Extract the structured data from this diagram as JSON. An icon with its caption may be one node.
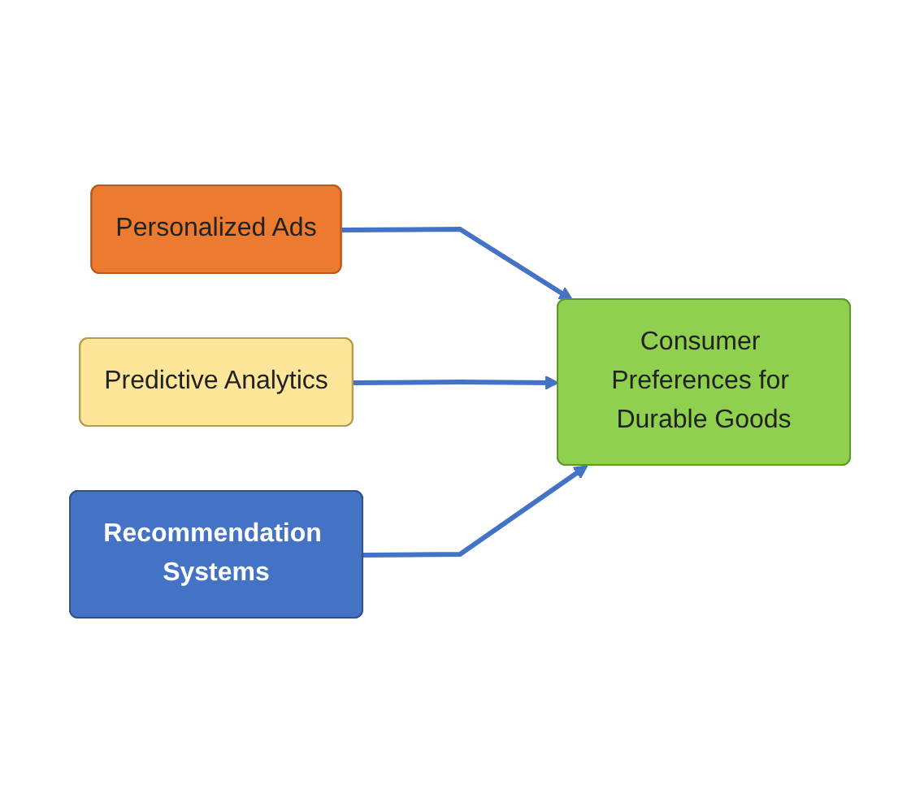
{
  "diagram": {
    "nodes": [
      {
        "text": [
          "Personalized Ads"
        ]
      },
      {
        "text": [
          "Predictive Analytics"
        ]
      },
      {
        "text": [
          "Recommendation Systems"
        ]
      },
      {
        "text": [
          "Consumer Preferences for Durable Goods"
        ]
      }
    ],
    "edges": [
      {
        "from": 0,
        "to": 3,
        "arrow": "to"
      },
      {
        "from": 1,
        "to": 3,
        "arrow": "to"
      },
      {
        "from": 2,
        "to": 3,
        "arrow": "to"
      }
    ]
  }
}
